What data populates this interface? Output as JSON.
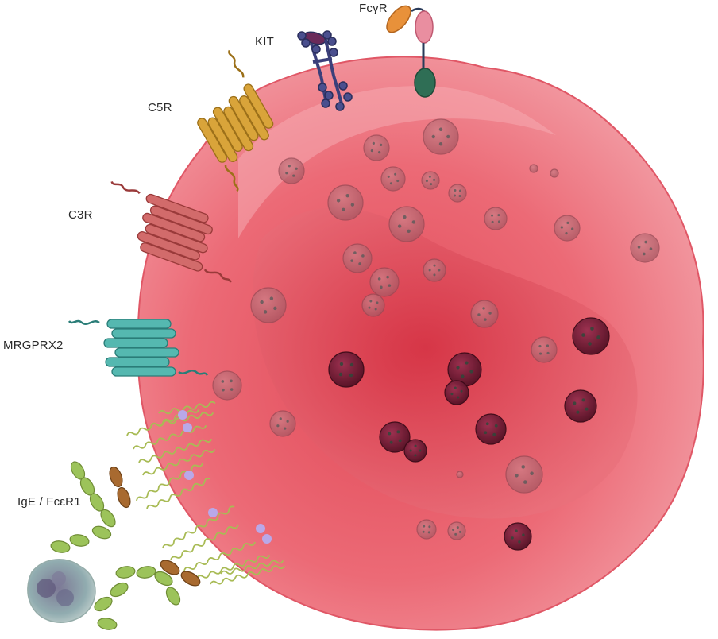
{
  "labels": {
    "fcgr": "FcγR",
    "kit": "KIT",
    "c5r": "C5R",
    "c3r": "C3R",
    "mrgprx2": "MRGPRX2",
    "ige": "IgE / FcεR1"
  },
  "colors": {
    "cell_body": "#e8606e",
    "cell_light": "#f08a93",
    "nucleus": "#d8404f",
    "granule_dark": "#6e1a30",
    "granule_light": "#a9545e",
    "c5r": "#d6a23a",
    "c3r": "#cf6a6a",
    "mrgprx2": "#4fb3ad",
    "kit": "#3b3f7a",
    "kit_cap": "#6a2a5a",
    "fcgr_orange": "#e8913a",
    "fcgr_pink": "#e98ea0",
    "fcgr_green": "#2f6e55",
    "antibody": "#9cc35a",
    "fab_brown": "#a86a30",
    "allergen": "#8a8f9a"
  }
}
